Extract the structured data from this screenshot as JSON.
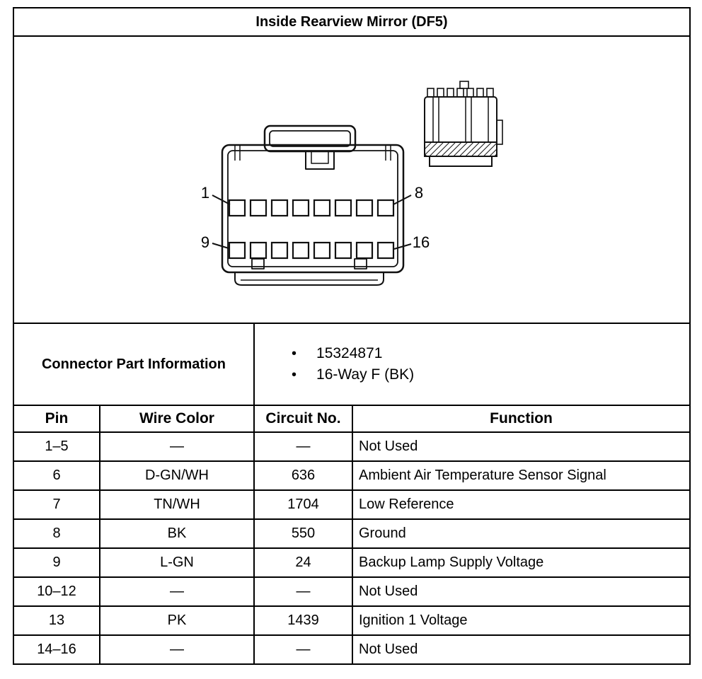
{
  "title": "Inside Rearview Mirror (DF5)",
  "colors": {
    "border": "#000000",
    "background": "#ffffff",
    "line": "#111111"
  },
  "bullet_icon": "•",
  "connector_part_information": {
    "label": "Connector Part Information",
    "items": [
      "15324871",
      "16-Way F (BK)"
    ]
  },
  "diagram": {
    "pin_labels": {
      "top_left": "1",
      "top_right": "8",
      "bottom_left": "9",
      "bottom_right": "16"
    }
  },
  "pin_table": {
    "headers": [
      "Pin",
      "Wire Color",
      "Circuit No.",
      "Function"
    ],
    "rows": [
      [
        "1–5",
        "—",
        "—",
        "Not Used"
      ],
      [
        "6",
        "D-GN/WH",
        "636",
        "Ambient Air Temperature Sensor Signal"
      ],
      [
        "7",
        "TN/WH",
        "1704",
        "Low Reference"
      ],
      [
        "8",
        "BK",
        "550",
        "Ground"
      ],
      [
        "9",
        "L-GN",
        "24",
        "Backup Lamp Supply Voltage"
      ],
      [
        "10–12",
        "—",
        "—",
        "Not Used"
      ],
      [
        "13",
        "PK",
        "1439",
        "Ignition 1 Voltage"
      ],
      [
        "14–16",
        "—",
        "—",
        "Not Used"
      ]
    ]
  }
}
